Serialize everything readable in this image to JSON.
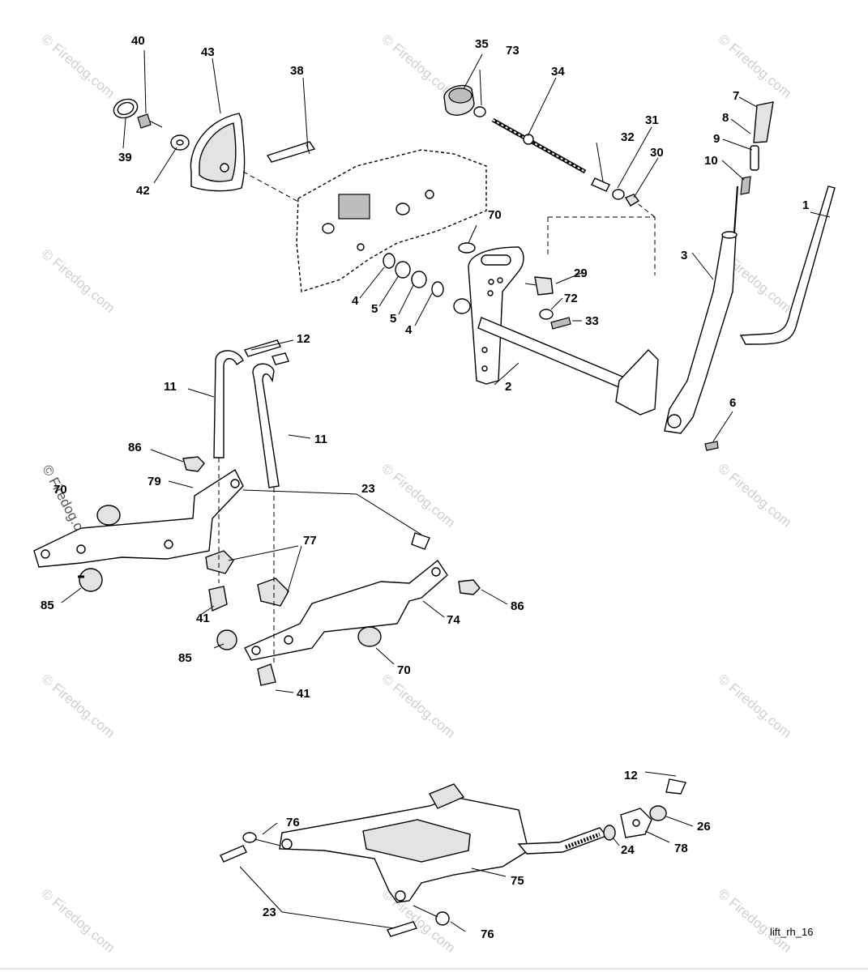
{
  "diagram": {
    "tag": "lift_rh_16",
    "watermark": "© Firedog.com",
    "callouts": [
      {
        "id": "c1",
        "text": "1"
      },
      {
        "id": "c2",
        "text": "2"
      },
      {
        "id": "c3",
        "text": "3"
      },
      {
        "id": "c4a",
        "text": "4"
      },
      {
        "id": "c4b",
        "text": "4"
      },
      {
        "id": "c5a",
        "text": "5"
      },
      {
        "id": "c5b",
        "text": "5"
      },
      {
        "id": "c6",
        "text": "6"
      },
      {
        "id": "c7",
        "text": "7"
      },
      {
        "id": "c8",
        "text": "8"
      },
      {
        "id": "c9",
        "text": "9"
      },
      {
        "id": "c10",
        "text": "10"
      },
      {
        "id": "c11a",
        "text": "11"
      },
      {
        "id": "c11b",
        "text": "11"
      },
      {
        "id": "c12a",
        "text": "12"
      },
      {
        "id": "c12b",
        "text": "12"
      },
      {
        "id": "c23a",
        "text": "23"
      },
      {
        "id": "c23b",
        "text": "23"
      },
      {
        "id": "c24",
        "text": "24"
      },
      {
        "id": "c26",
        "text": "26"
      },
      {
        "id": "c29",
        "text": "29"
      },
      {
        "id": "c30",
        "text": "30"
      },
      {
        "id": "c31",
        "text": "31"
      },
      {
        "id": "c32",
        "text": "32"
      },
      {
        "id": "c33",
        "text": "33"
      },
      {
        "id": "c34",
        "text": "34"
      },
      {
        "id": "c35",
        "text": "35"
      },
      {
        "id": "c38",
        "text": "38"
      },
      {
        "id": "c39",
        "text": "39"
      },
      {
        "id": "c40",
        "text": "40"
      },
      {
        "id": "c41a",
        "text": "41"
      },
      {
        "id": "c41b",
        "text": "41"
      },
      {
        "id": "c42",
        "text": "42"
      },
      {
        "id": "c43",
        "text": "43"
      },
      {
        "id": "c70a",
        "text": "70"
      },
      {
        "id": "c70b",
        "text": "70"
      },
      {
        "id": "c70c",
        "text": "70"
      },
      {
        "id": "c72",
        "text": "72"
      },
      {
        "id": "c73",
        "text": "73"
      },
      {
        "id": "c74",
        "text": "74"
      },
      {
        "id": "c75",
        "text": "75"
      },
      {
        "id": "c76a",
        "text": "76"
      },
      {
        "id": "c76b",
        "text": "76"
      },
      {
        "id": "c77",
        "text": "77"
      },
      {
        "id": "c78",
        "text": "78"
      },
      {
        "id": "c79",
        "text": "79"
      },
      {
        "id": "c85a",
        "text": "85"
      },
      {
        "id": "c85b",
        "text": "85"
      },
      {
        "id": "c86a",
        "text": "86"
      },
      {
        "id": "c86b",
        "text": "86"
      }
    ]
  }
}
